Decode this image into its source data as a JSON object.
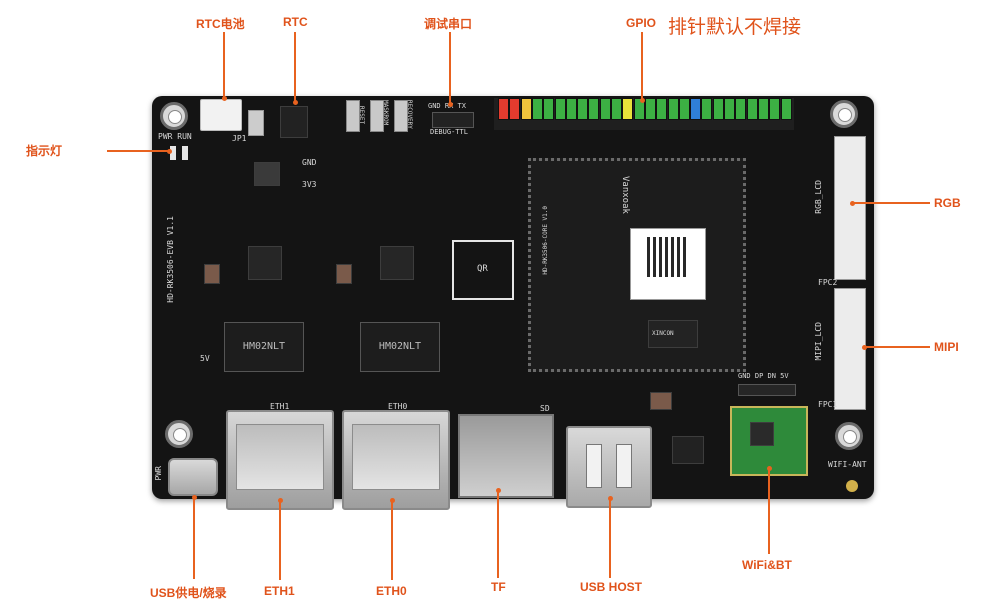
{
  "callouts": {
    "rtc_battery": "RTC电池",
    "rtc": "RTC",
    "debug_uart": "调试串口",
    "gpio": "GPIO",
    "gpio_note": "排针默认不焊接",
    "indicator": "指示灯",
    "rgb": "RGB",
    "mipi": "MIPI",
    "usb_power": "USB供电/烧录",
    "eth1": "ETH1",
    "eth0": "ETH0",
    "tf": "TF",
    "usb_host": "USB HOST",
    "wifi_bt": "WiFi&BT"
  },
  "silkscreen": {
    "pwr_run": "PWR RUN",
    "gnd": "GND",
    "v3v3": "3V3",
    "v5v": "5V",
    "board_name": "HD-RK3506-EVB V1.1",
    "eth1": "ETH1",
    "eth0": "ETH0",
    "sd": "SD",
    "qr": "QR",
    "rgb_lcd": "RGB_LCD",
    "mipi_lcd": "MIPI_LCD",
    "wifi_ant": "WIFI-ANT",
    "pwr": "PWR",
    "usb_pins": "GND DP DN 5V",
    "debug_pins": "GND RX TX",
    "debug_ttl": "DEBUG-TTL",
    "reset": "RESET",
    "maskrom": "MASKROM",
    "recovery": "RECOVERY",
    "core_brand": "Vanxoak",
    "core_name": "HD-RK3506-CORE V1.0",
    "magnetics_1": "HM02NLT",
    "magnetics_2": "HM02NLT",
    "xincon": "XINCON",
    "jp1": "JP1",
    "fpc1": "FPC1",
    "fpc2": "FPC2"
  },
  "gpio_pin_colors": [
    "#e33b2e",
    "#e33b2e",
    "#f0c43c",
    "#3cb043",
    "#3cb043",
    "#3cb043",
    "#3cb043",
    "#3cb043",
    "#3cb043",
    "#3cb043",
    "#3cb043",
    "#e8e23a",
    "#3cb043",
    "#3cb043",
    "#3cb043",
    "#3cb043",
    "#3cb043",
    "#2f7fd8",
    "#3cb043",
    "#3cb043",
    "#3cb043",
    "#3cb043",
    "#3cb043",
    "#3cb043",
    "#3cb043",
    "#3cb043"
  ],
  "colors": {
    "accent": "#e0531b",
    "board": "#141414"
  }
}
